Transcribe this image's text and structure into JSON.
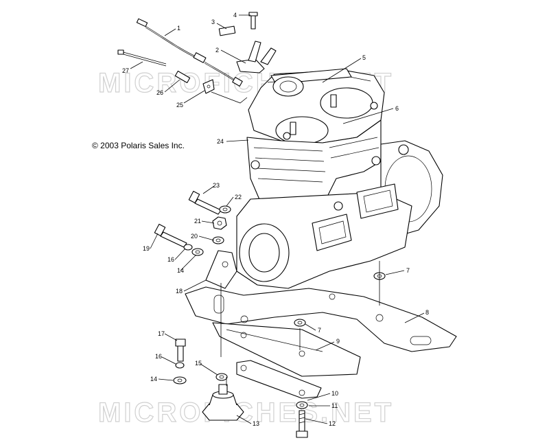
{
  "copyright": "© 2003 Polaris Sales Inc.",
  "watermarks": [
    "MICROFICHES.NET",
    "MICROFICHES.NET"
  ],
  "callouts": [
    {
      "id": "c1",
      "label": "1"
    },
    {
      "id": "c2",
      "label": "2"
    },
    {
      "id": "c3",
      "label": "3"
    },
    {
      "id": "c4",
      "label": "4"
    },
    {
      "id": "c5",
      "label": "5"
    },
    {
      "id": "c6",
      "label": "6"
    },
    {
      "id": "c7a",
      "label": "7"
    },
    {
      "id": "c7b",
      "label": "7"
    },
    {
      "id": "c8",
      "label": "8"
    },
    {
      "id": "c9",
      "label": "9"
    },
    {
      "id": "c10",
      "label": "10"
    },
    {
      "id": "c11",
      "label": "11"
    },
    {
      "id": "c12",
      "label": "12"
    },
    {
      "id": "c13",
      "label": "13"
    },
    {
      "id": "c14a",
      "label": "14"
    },
    {
      "id": "c14b",
      "label": "14"
    },
    {
      "id": "c15",
      "label": "15"
    },
    {
      "id": "c16a",
      "label": "16"
    },
    {
      "id": "c16b",
      "label": "16"
    },
    {
      "id": "c17",
      "label": "17"
    },
    {
      "id": "c18",
      "label": "18"
    },
    {
      "id": "c19",
      "label": "19"
    },
    {
      "id": "c20",
      "label": "20"
    },
    {
      "id": "c21",
      "label": "21"
    },
    {
      "id": "c22",
      "label": "22"
    },
    {
      "id": "c23",
      "label": "23"
    },
    {
      "id": "c24",
      "label": "24"
    },
    {
      "id": "c25",
      "label": "25"
    },
    {
      "id": "c26",
      "label": "26"
    },
    {
      "id": "c27",
      "label": "27"
    }
  ]
}
